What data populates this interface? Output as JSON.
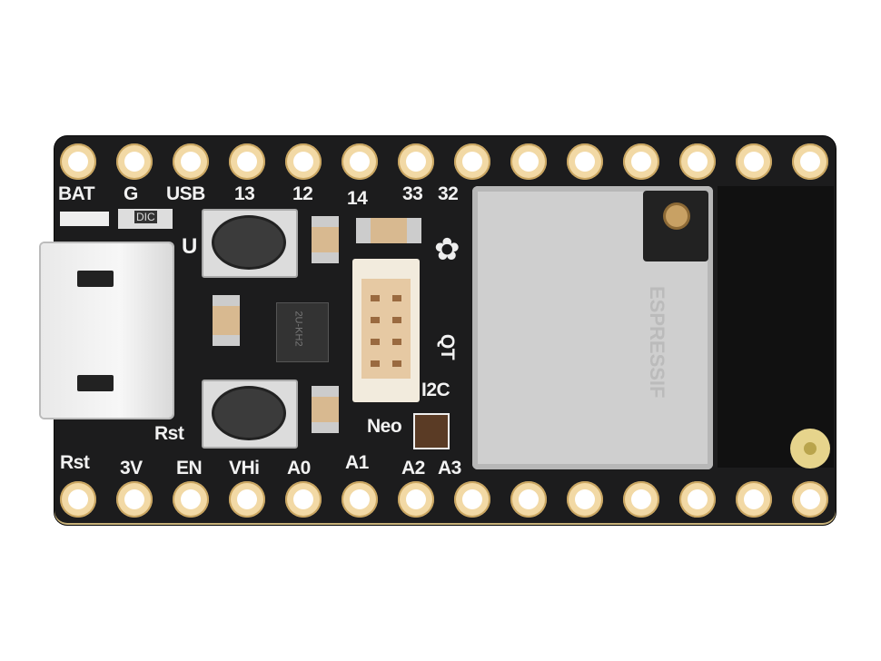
{
  "board": {
    "top_labels": [
      "BAT",
      "G",
      "USB",
      "13",
      "12",
      "14",
      "33",
      "32"
    ],
    "bottom_labels": [
      "Rst",
      "3V",
      "EN",
      "VHi",
      "A0",
      "A1",
      "A2",
      "A3"
    ],
    "button_labels": {
      "boot": "U",
      "reset": "Rst"
    },
    "connector_labels": {
      "stemma": "QT",
      "bus": "I2C"
    },
    "neopixel_label": "Neo",
    "resistor_marking": "DIC",
    "regulator_marking": "2U-KH2",
    "module_brand": "ESPRESSIF",
    "colors": {
      "pcb": "#1c1c1d",
      "pad": "#f2d9a5",
      "shield": "#cfcfcf"
    }
  }
}
